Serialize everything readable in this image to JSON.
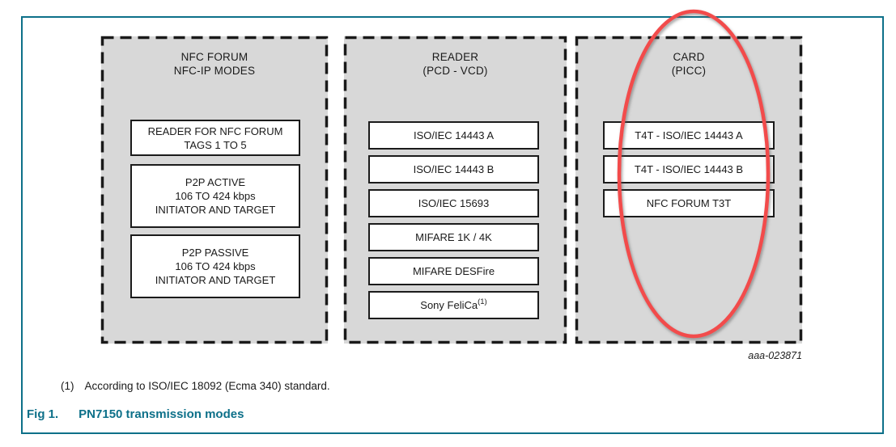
{
  "figure": {
    "caption_label": "Fig 1.",
    "caption_title": "PN7150 transmission modes",
    "footnote_marker": "(1)",
    "footnote_text": "According to ISO/IEC 18092 (Ecma 340) standard.",
    "artwork_id": "aaa-023871",
    "colors": {
      "accent_teal": "#0d7089",
      "highlight_red": "#f24c4c",
      "panel_grey": "#d8d8d8",
      "line_black": "#1a1a1a"
    }
  },
  "diagram": {
    "columns": [
      {
        "title_lines": [
          "NFC FORUM",
          "NFC-IP MODES"
        ],
        "nodes": [
          {
            "lines": [
              "READER FOR NFC FORUM",
              "TAGS 1 TO 5"
            ]
          },
          {
            "lines": [
              "P2P ACTIVE",
              "106 TO 424 kbps",
              "INITIATOR AND TARGET"
            ]
          },
          {
            "lines": [
              "P2P PASSIVE",
              "106 TO 424 kbps",
              "INITIATOR AND TARGET"
            ]
          }
        ]
      },
      {
        "title_lines": [
          "READER",
          "(PCD - VCD)"
        ],
        "nodes": [
          {
            "lines": [
              "ISO/IEC 14443 A"
            ]
          },
          {
            "lines": [
              "ISO/IEC 14443 B"
            ]
          },
          {
            "lines": [
              "ISO/IEC 15693"
            ]
          },
          {
            "lines": [
              "MIFARE 1K / 4K"
            ]
          },
          {
            "lines": [
              "MIFARE DESFire"
            ]
          },
          {
            "lines": [
              "Sony FeliCa"
            ],
            "sup": "(1)"
          }
        ]
      },
      {
        "title_lines": [
          "CARD",
          "(PICC)"
        ],
        "nodes": [
          {
            "lines": [
              "T4T - ISO/IEC 14443 A"
            ]
          },
          {
            "lines": [
              "T4T - ISO/IEC 14443 B"
            ]
          },
          {
            "lines": [
              "NFC FORUM T3T"
            ]
          }
        ]
      }
    ],
    "highlight": {
      "shape": "red-ellipse",
      "target": "CARD (PICC) column"
    }
  }
}
